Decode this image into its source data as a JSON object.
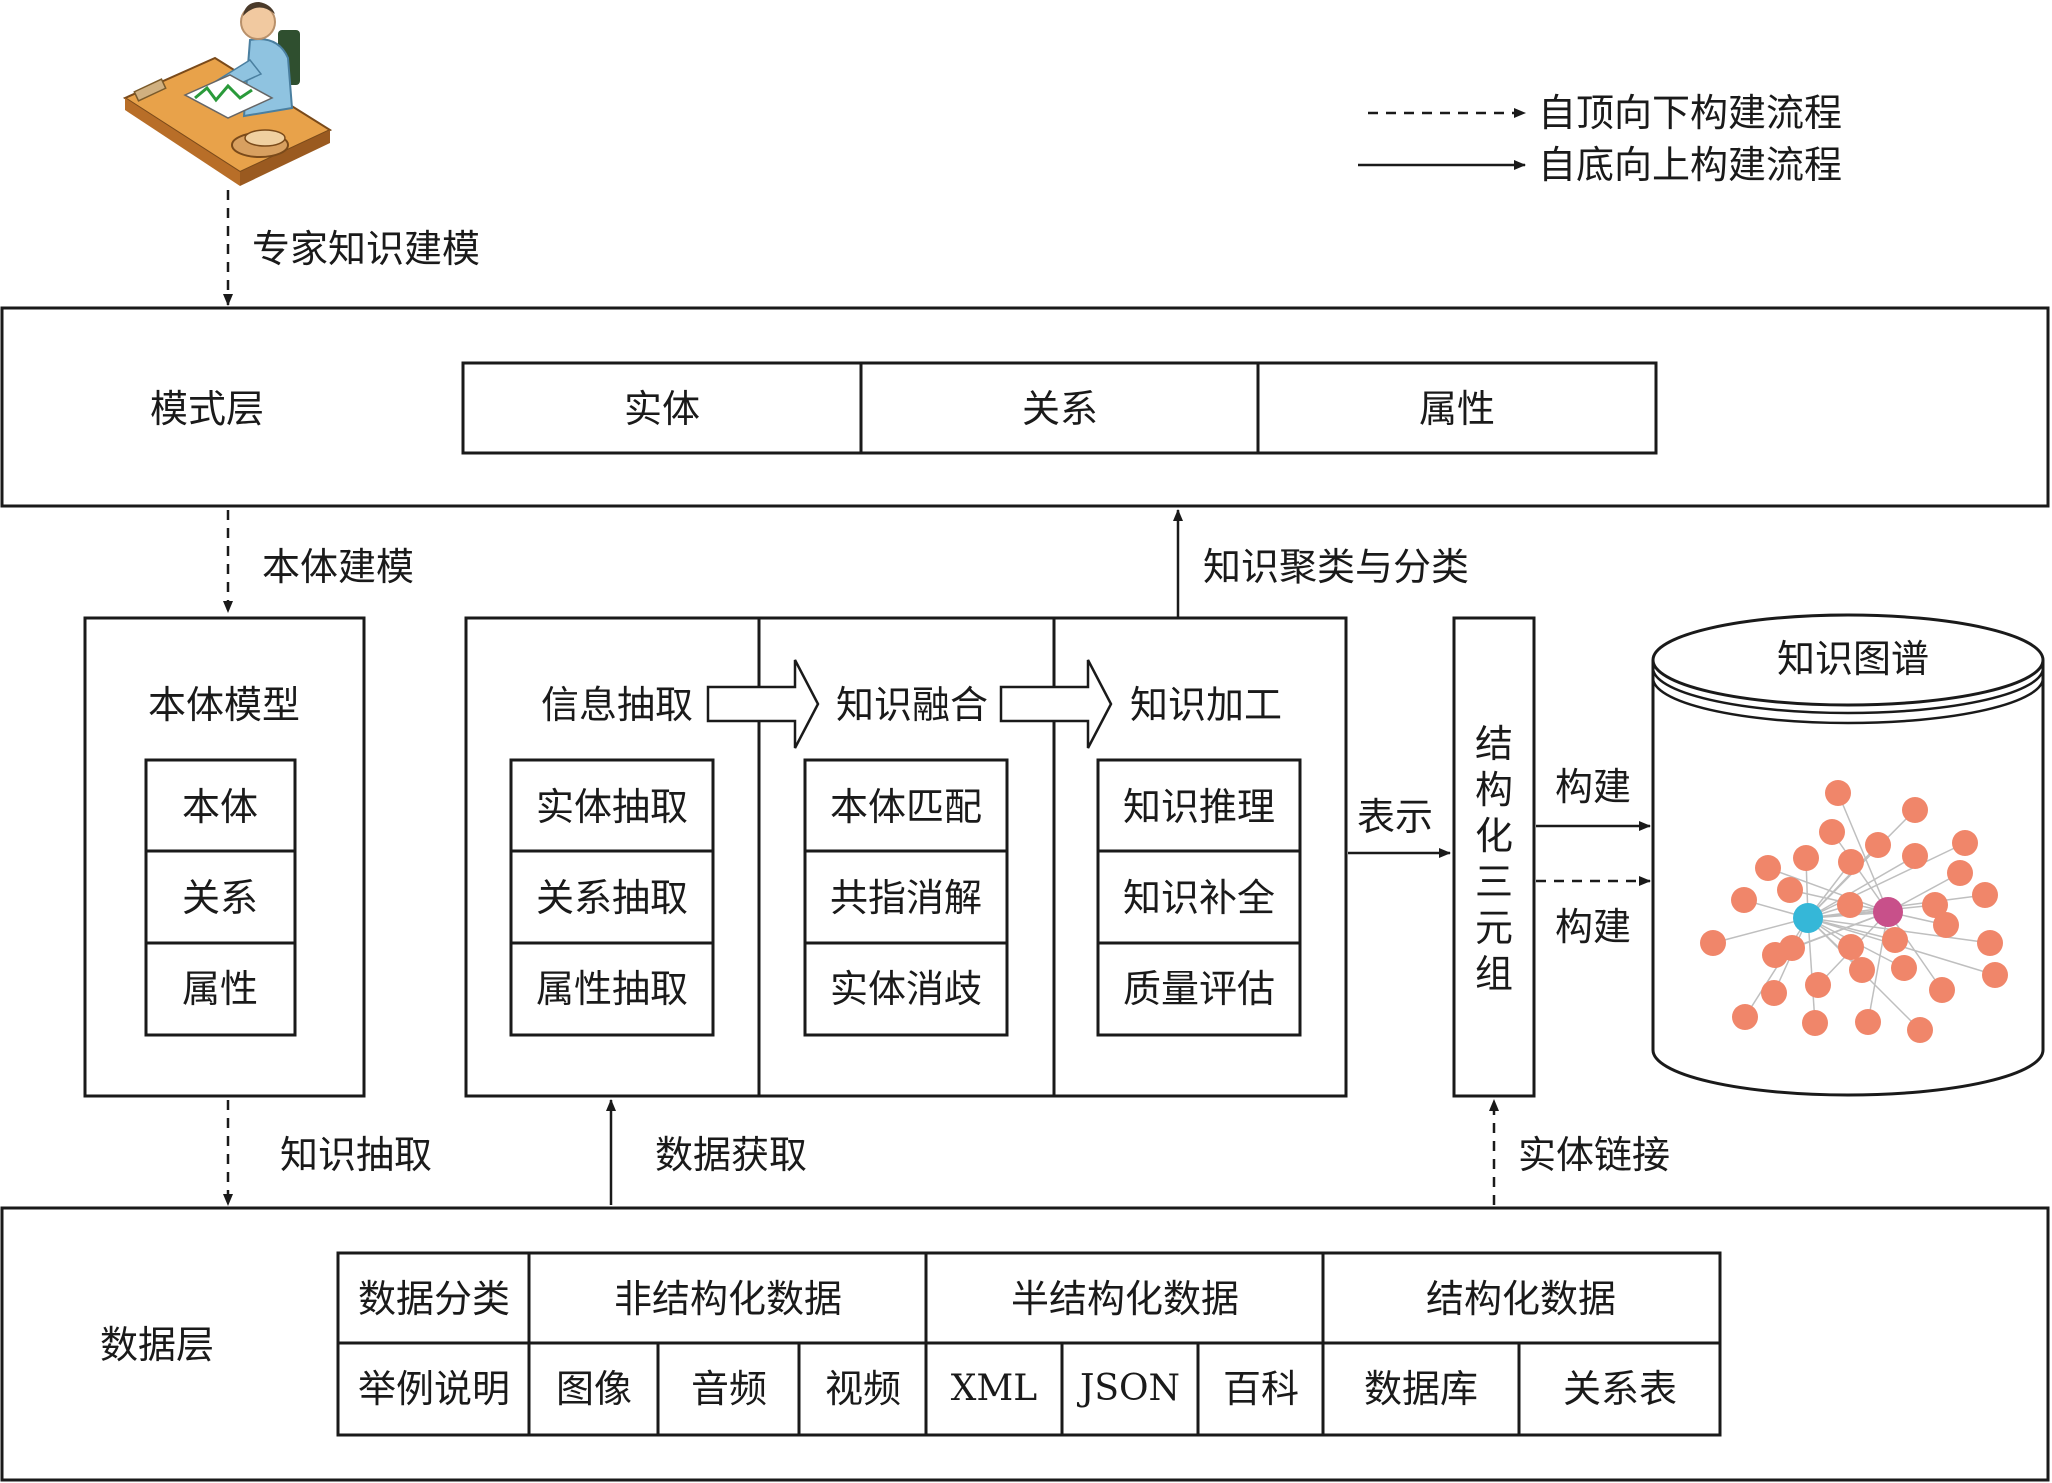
{
  "legend": {
    "dashed": "自顶向下构建流程",
    "solid": "自底向上构建流程"
  },
  "expert_label": "专家知识建模",
  "schema_layer": {
    "title": "模式层",
    "cells": [
      "实体",
      "关系",
      "属性"
    ]
  },
  "ontology_modeling_label": "本体建模",
  "knowledge_clustering_label": "知识聚类与分类",
  "ontology_model": {
    "title": "本体模型",
    "items": [
      "本体",
      "关系",
      "属性"
    ]
  },
  "process": {
    "stages": [
      {
        "title": "信息抽取",
        "items": [
          "实体抽取",
          "关系抽取",
          "属性抽取"
        ]
      },
      {
        "title": "知识融合",
        "items": [
          "本体匹配",
          "共指消解",
          "实体消歧"
        ]
      },
      {
        "title": "知识加工",
        "items": [
          "知识推理",
          "知识补全",
          "质量评估"
        ]
      }
    ]
  },
  "represent_label": "表示",
  "triple_label": [
    "结",
    "构",
    "化",
    "三",
    "元",
    "组"
  ],
  "build_label_1": "构建",
  "build_label_2": "构建",
  "knowledge_graph": {
    "title": "知识图谱"
  },
  "knowledge_extraction_label": "知识抽取",
  "data_acquisition_label": "数据获取",
  "entity_linking_label": "实体链接",
  "data_layer": {
    "title": "数据层",
    "row1_header": "数据分类",
    "row2_header": "举例说明",
    "categories": [
      "非结构化数据",
      "半结构化数据",
      "结构化数据"
    ],
    "examples": [
      "图像",
      "音频",
      "视频",
      "XML",
      "JSON",
      "百科",
      "数据库",
      "关系表"
    ]
  },
  "colors": {
    "node_orange": "#f0866a",
    "node_cyan": "#35b7d8",
    "node_magenta": "#c8508a",
    "edge": "#bfbfbf"
  }
}
